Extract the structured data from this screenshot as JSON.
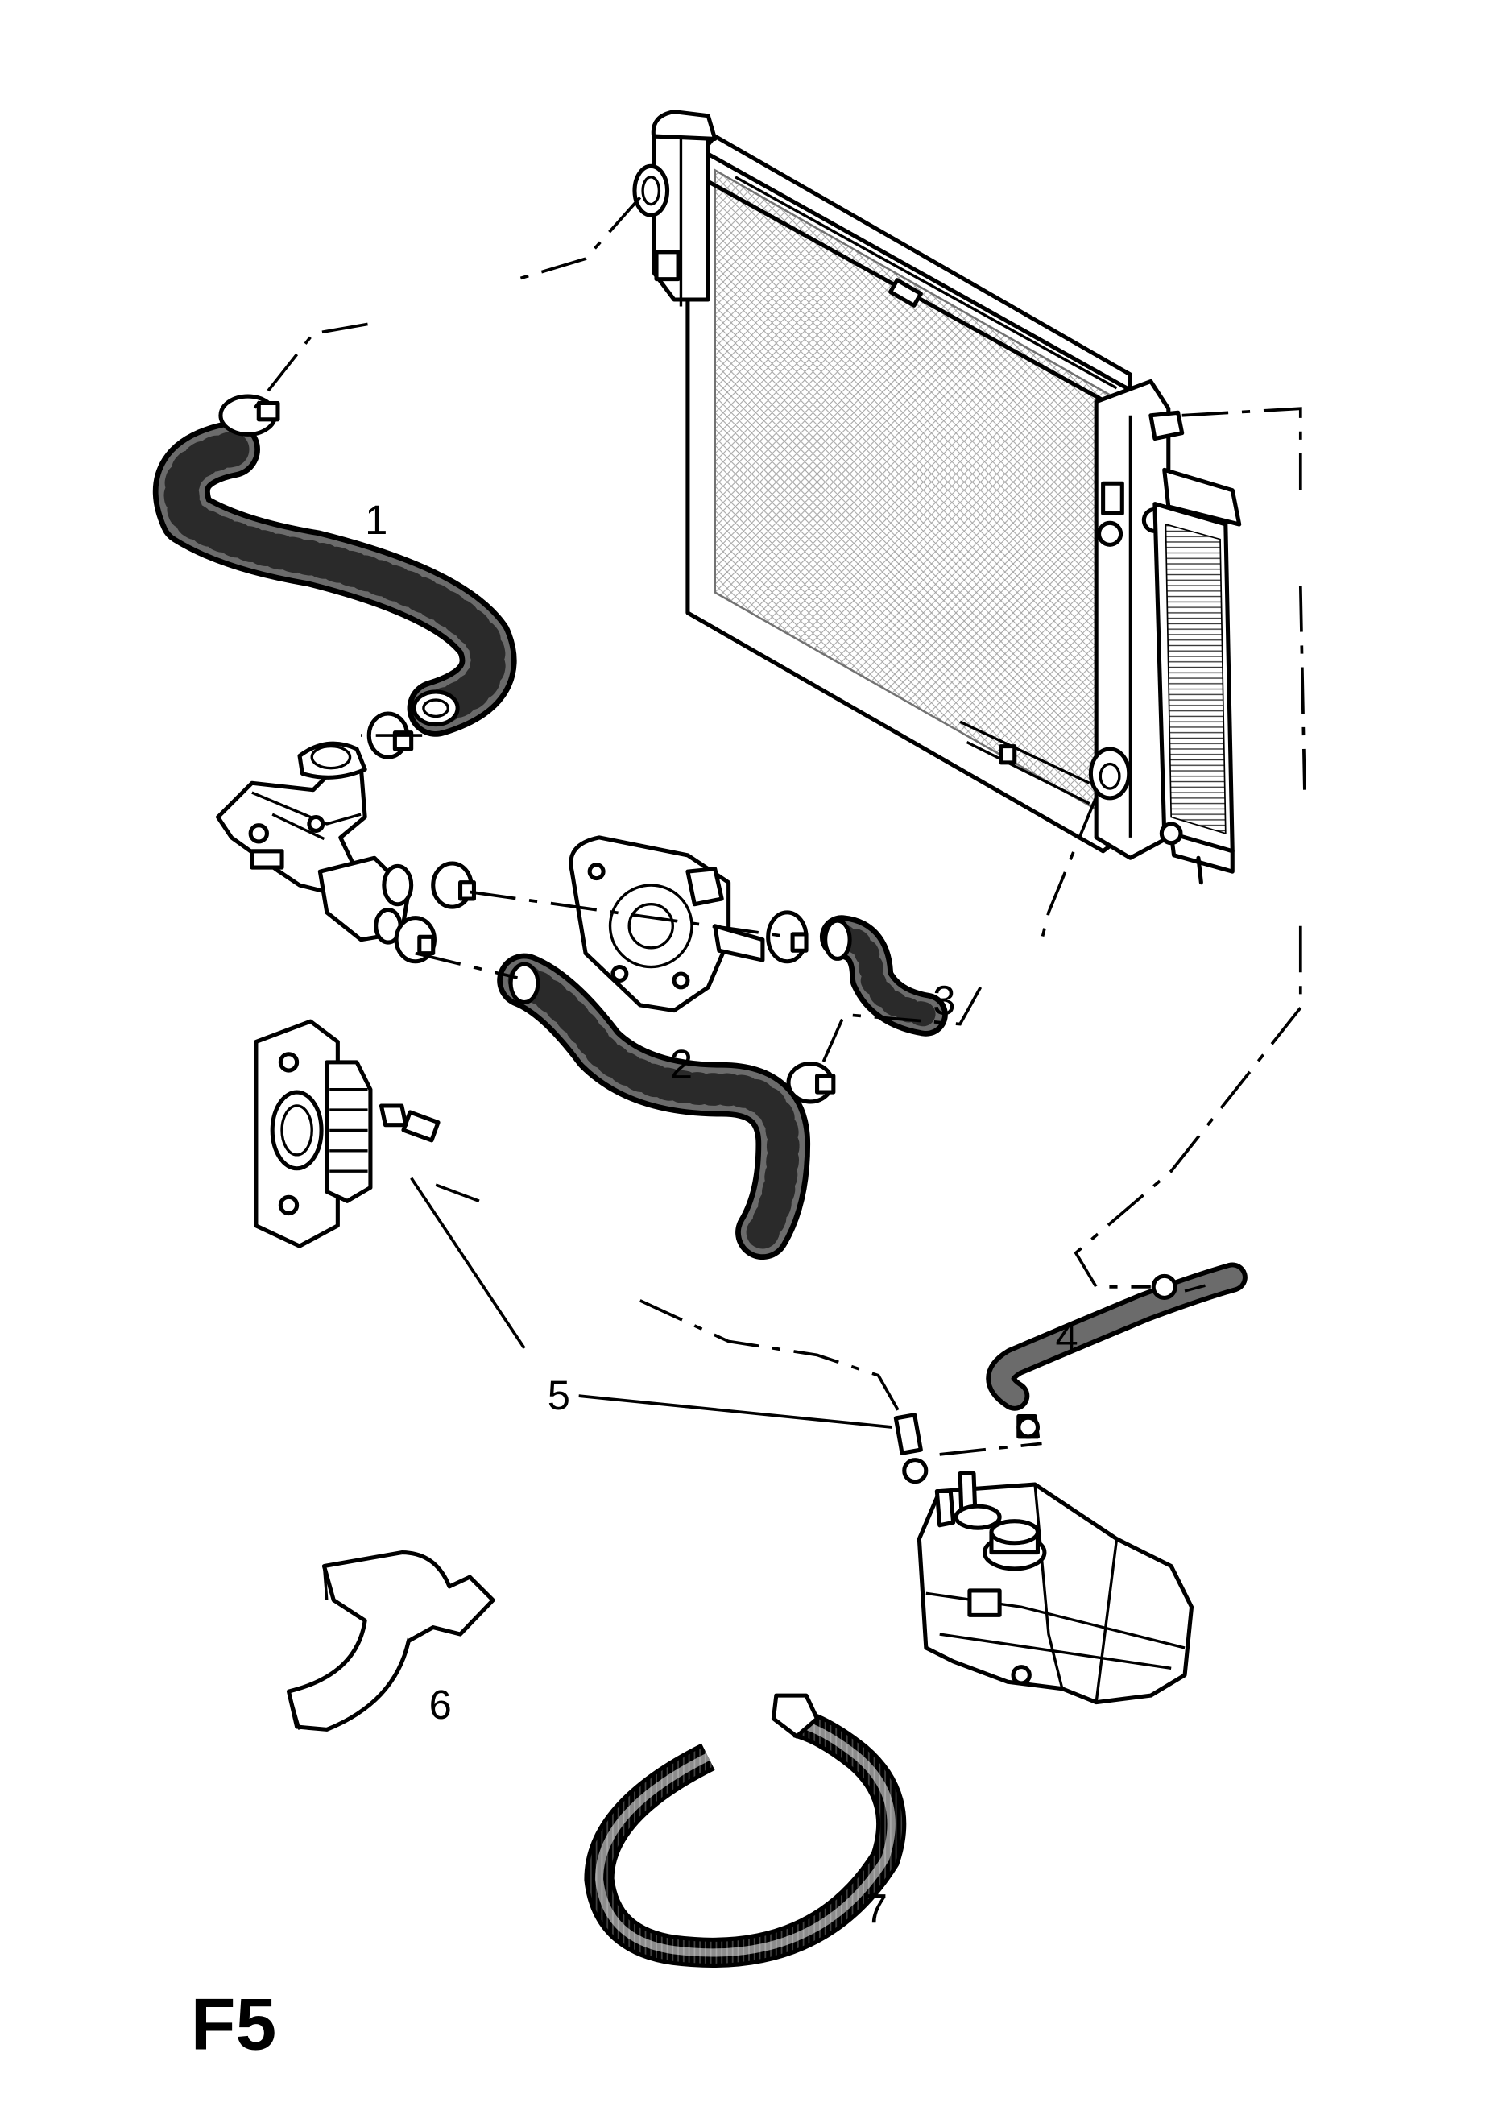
{
  "figure_code": "F5",
  "callouts": {
    "c1": "1",
    "c2": "2",
    "c3": "3",
    "c4": "4",
    "c5": "5",
    "c6": "6",
    "c7": "7"
  },
  "colors": {
    "line": "#000000",
    "background": "#ffffff",
    "hose_fill": "#6b6b6b"
  }
}
